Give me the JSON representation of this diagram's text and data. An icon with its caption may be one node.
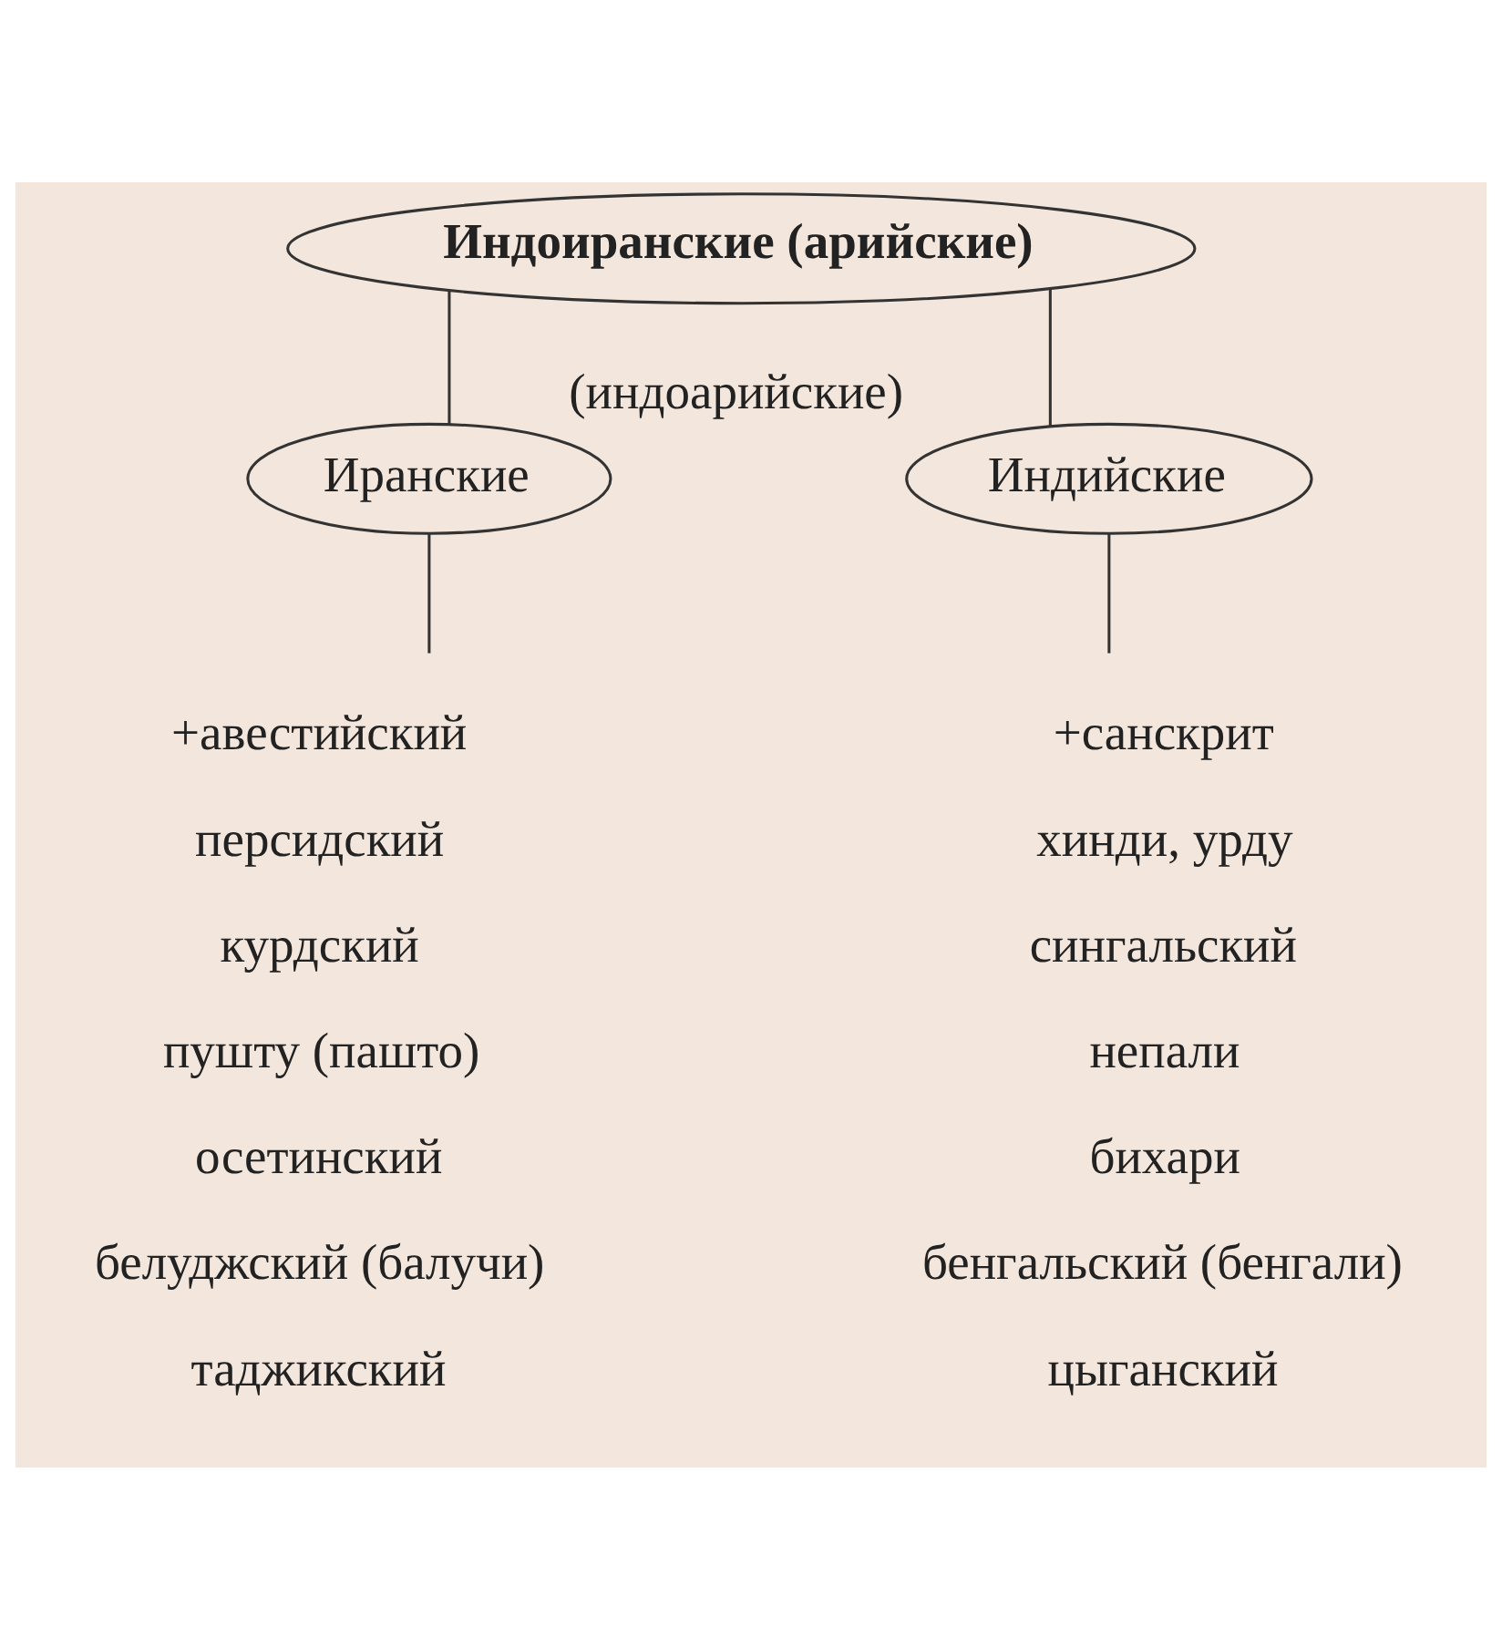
{
  "diagram": {
    "nodes": [
      {
        "text": [
          "Индоиранские (арийские)"
        ]
      },
      {
        "text": [
          "Иранские"
        ]
      },
      {
        "text": [
          "Индийские"
        ],
        "beside": [
          "(индоарийские)"
        ]
      },
      {
        "text": [
          "+авестийский",
          "персидский",
          "курдский",
          "пушту (пашто)",
          "осетинский",
          "белуджский (балучи)",
          "таджикский"
        ]
      },
      {
        "text": [
          "+санскрит",
          "хинди, урду",
          "сингальский",
          "непали",
          "бихари",
          "бенгальский (бенгали)",
          "цыганский"
        ]
      }
    ],
    "edges": [
      {
        "from": 0,
        "to": 1,
        "arrow": "none"
      },
      {
        "from": 0,
        "to": 2,
        "arrow": "none"
      },
      {
        "from": 1,
        "to": 3,
        "arrow": "none"
      },
      {
        "from": 2,
        "to": 4,
        "arrow": "none"
      }
    ]
  }
}
